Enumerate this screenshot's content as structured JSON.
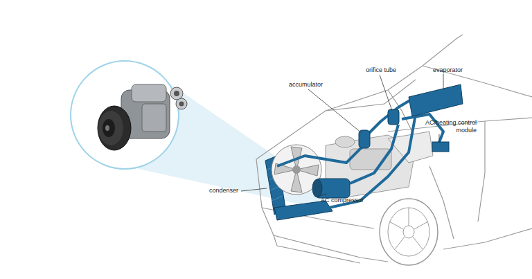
{
  "diagram": {
    "labels": [
      "orifice tube",
      "evaporator",
      "accumulator",
      "AC/heating control module",
      "condenser",
      "AC compressor"
    ]
  }
}
